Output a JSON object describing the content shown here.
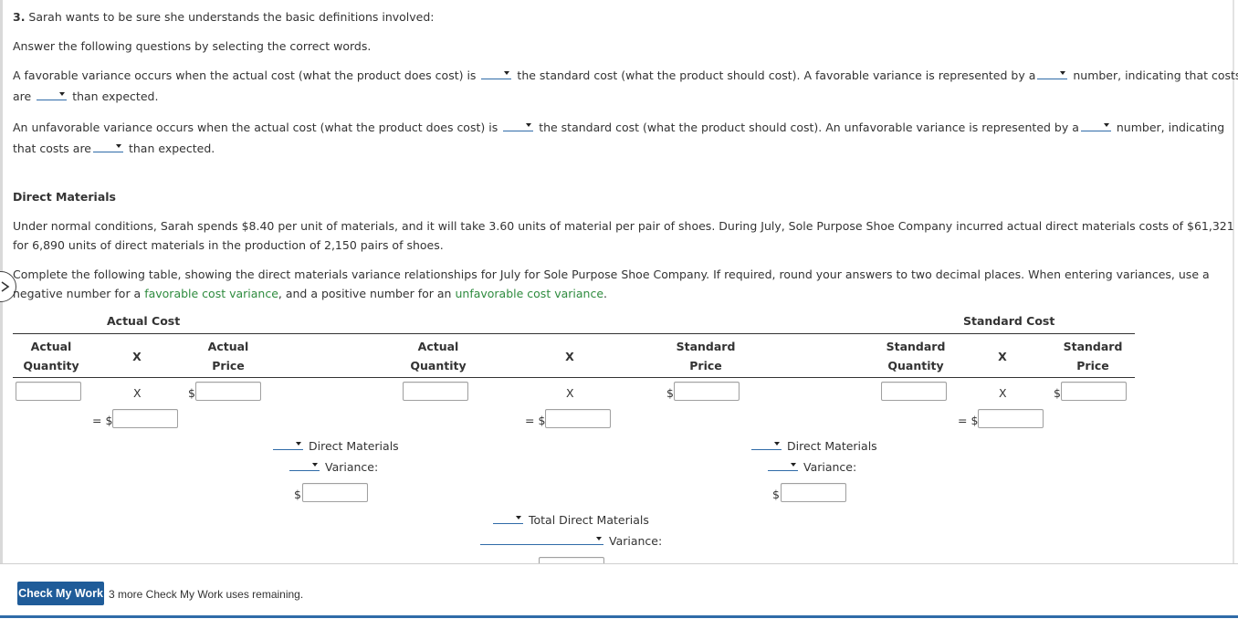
{
  "q3": {
    "title_num": "3.",
    "title_text": " Sarah wants to be sure she understands the basic definitions involved:",
    "instruction": "Answer the following questions by selecting the correct words.",
    "p1": {
      "a": "A favorable variance occurs when the actual cost (what the product does cost) is",
      "b": "the standard cost (what the product should cost). A favorable variance is represented by a",
      "c": "number, indicating that costs",
      "d": "are",
      "e": "than expected."
    },
    "p2": {
      "a": "An unfavorable variance occurs when the actual cost (what the product does cost) is",
      "b": "the standard cost (what the product should cost). An unfavorable variance is represented by a",
      "c": "number, indicating",
      "d": "that costs are",
      "e": "than expected."
    }
  },
  "dm": {
    "heading": "Direct Materials",
    "para1_line1": "Under normal conditions, Sarah spends $8.40 per unit of materials, and it will take 3.60 units of material per pair of shoes. During July, Sole Purpose Shoe Company incurred actual direct materials costs of $61,321",
    "para1_line2": "for 6,890 units of direct materials in the production of 2,150 pairs of shoes.",
    "para2_line1": "Complete the following table, showing the direct materials variance relationships for July for Sole Purpose Shoe Company. If required, round your answers to two decimal places. When entering variances, use a",
    "para2_line2_a": "negative number for a ",
    "para2_line2_link1": "favorable cost variance",
    "para2_line2_b": ", and a positive number for an ",
    "para2_line2_link2": "unfavorable cost variance",
    "para2_line2_c": "."
  },
  "table": {
    "actual_cost": "Actual Cost",
    "standard_cost": "Standard Cost",
    "col_actual_quantity": [
      "Actual",
      "Quantity"
    ],
    "col_actual_price": [
      "Actual",
      "Price"
    ],
    "col_standard_price": [
      "Standard",
      "Price"
    ],
    "col_standard_quantity": [
      "Standard",
      "Quantity"
    ],
    "times": "X",
    "times_lower": "X",
    "dollar": "$",
    "equals_dollar": "= $",
    "dm_label": "Direct Materials",
    "variance_label": "Variance:",
    "total_dm_label": "Total Direct Materials"
  },
  "footer": {
    "button": "Check My Work",
    "uses_remaining": "3 more Check My Work uses remaining."
  },
  "colors": {
    "accent": "#1f5c99",
    "link_green": "#2e8b3e"
  }
}
